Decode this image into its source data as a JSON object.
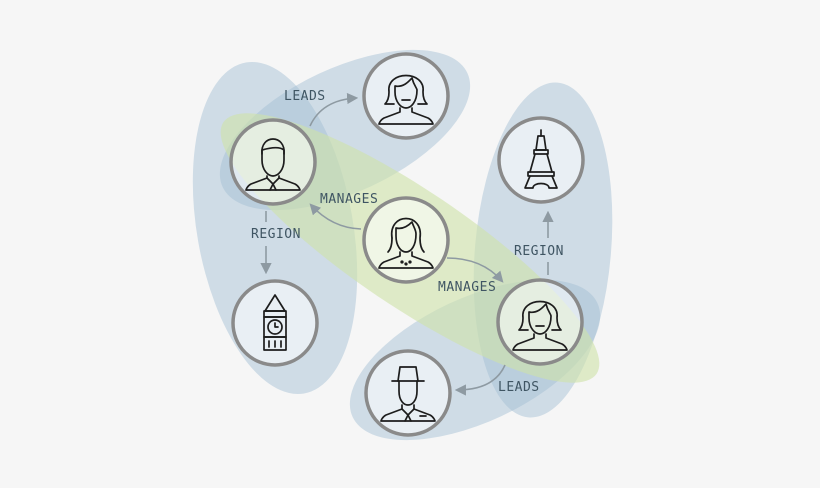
{
  "colors": {
    "background": "#f6f6f6",
    "blue_group": "#9fbcd3",
    "green_group": "#cfe3a8",
    "ring": "#8a8a8a",
    "edge": "#8e9aa2",
    "label": "#3f5563"
  },
  "nodes": [
    {
      "id": "woman-top",
      "icon": "woman-icon"
    },
    {
      "id": "man-left",
      "icon": "businessman-icon"
    },
    {
      "id": "woman-center",
      "icon": "businesswoman-icon"
    },
    {
      "id": "big-ben",
      "icon": "big-ben-icon"
    },
    {
      "id": "eiffel",
      "icon": "eiffel-tower-icon"
    },
    {
      "id": "woman-right",
      "icon": "woman-icon"
    },
    {
      "id": "man-bottom",
      "icon": "man-hat-icon"
    }
  ],
  "edges": [
    {
      "from": "man-left",
      "to": "woman-top",
      "label": "LEADS"
    },
    {
      "from": "woman-center",
      "to": "man-left",
      "label": "MANAGES"
    },
    {
      "from": "man-left",
      "to": "big-ben",
      "label": "REGION"
    },
    {
      "from": "woman-center",
      "to": "woman-right",
      "label": "MANAGES"
    },
    {
      "from": "woman-right",
      "to": "eiffel",
      "label": "REGION"
    },
    {
      "from": "woman-right",
      "to": "man-bottom",
      "label": "LEADS"
    }
  ]
}
